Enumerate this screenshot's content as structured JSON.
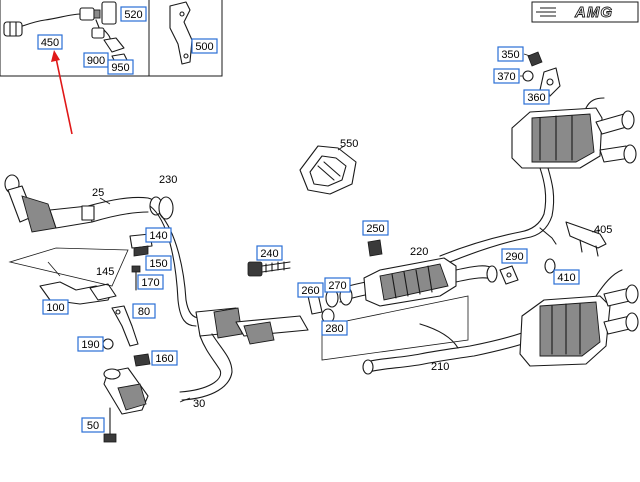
{
  "brand": {
    "logo_text": "AMG"
  },
  "colors": {
    "tag_border": "#2a6fd6",
    "arrow": "#e01818",
    "ink": "#1a1a1a"
  },
  "labels": {
    "p25": "25",
    "p30": "30",
    "p50": "50",
    "p80": "80",
    "p100": "100",
    "p140": "140",
    "p145": "145",
    "p150": "150",
    "p160": "160",
    "p170": "170",
    "p190": "190",
    "p210": "210",
    "p220": "220",
    "p230": "230",
    "p240": "240",
    "p250": "250",
    "p260": "260",
    "p270": "270",
    "p280": "280",
    "p290": "290",
    "p350": "350",
    "p360": "360",
    "p370": "370",
    "p405": "405",
    "p410": "410",
    "p450": "450",
    "p500": "500",
    "p520": "520",
    "p550": "550",
    "p900": "900",
    "p950": "950"
  }
}
